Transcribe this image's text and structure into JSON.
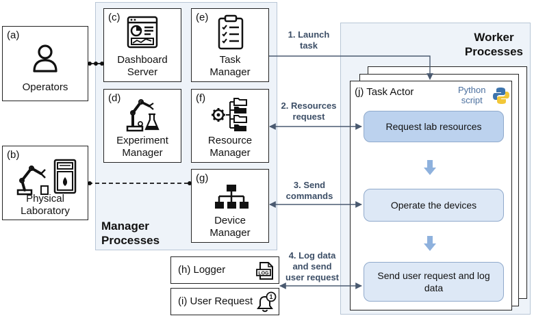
{
  "operators": {
    "tag": "(a)",
    "label": "Operators"
  },
  "laboratory": {
    "tag": "(b)",
    "label_line1": "Physical",
    "label_line2": "Laboratory"
  },
  "manager_processes": {
    "title_line1": "Manager",
    "title_line2": "Processes",
    "dashboard": {
      "tag": "(c)",
      "line1": "Dashboard",
      "line2": "Server"
    },
    "experiment": {
      "tag": "(d)",
      "line1": "Experiment",
      "line2": "Manager"
    },
    "task": {
      "tag": "(e)",
      "line1": "Task",
      "line2": "Manager"
    },
    "resource": {
      "tag": "(f)",
      "line1": "Resource",
      "line2": "Manager"
    },
    "device": {
      "tag": "(g)",
      "line1": "Device",
      "line2": "Manager"
    }
  },
  "logger": {
    "label": "(h) Logger"
  },
  "user_request": {
    "label": "(i) User Request",
    "badge": "1"
  },
  "steps": {
    "launch": {
      "line1": "1. Launch",
      "line2": "task"
    },
    "resources": {
      "line1": "2. Resources",
      "line2": "request"
    },
    "commands": {
      "line1": "3. Send",
      "line2": "commands"
    },
    "log": {
      "line1": "4. Log data",
      "line2": "and send",
      "line3": "user request"
    }
  },
  "worker_processes": {
    "title_line1": "Worker",
    "title_line2": "Processes",
    "task_actor": "(j) Task Actor",
    "python_line1": "Python",
    "python_line2": "script",
    "actions": {
      "request": "Request lab resources",
      "operate": "Operate the devices",
      "send_line1": "Send user request and log",
      "send_line2": "data"
    }
  },
  "colors": {
    "arrow": "#4a5a70",
    "action_fill": "#bcd2ee",
    "panel_fill": "#eef3f9",
    "down_arrow": "#8eb1dd"
  }
}
